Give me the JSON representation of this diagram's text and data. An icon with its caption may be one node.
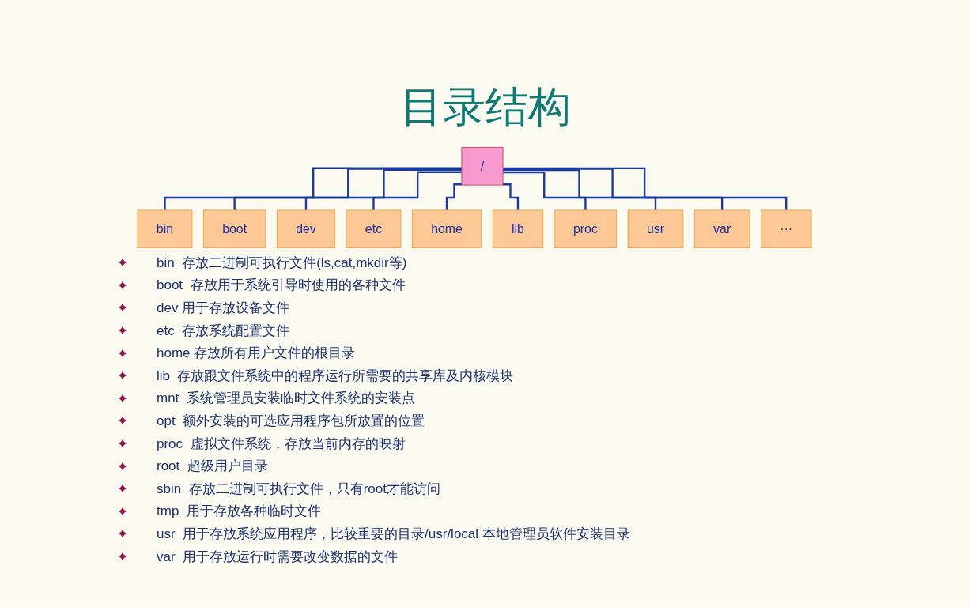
{
  "diagram": {
    "title": "目录结构",
    "nodes": [
      {
        "text": [
          "/"
        ]
      },
      {
        "text": [
          "bin"
        ]
      },
      {
        "text": [
          "boot"
        ]
      },
      {
        "text": [
          "dev"
        ]
      },
      {
        "text": [
          "etc"
        ]
      },
      {
        "text": [
          "home"
        ]
      },
      {
        "text": [
          "lib"
        ]
      },
      {
        "text": [
          "proc"
        ]
      },
      {
        "text": [
          "usr"
        ]
      },
      {
        "text": [
          "var"
        ]
      },
      {
        "text": [
          "···"
        ]
      }
    ],
    "edges": [
      {
        "from": 0,
        "to": 1,
        "arrow": "none"
      },
      {
        "from": 0,
        "to": 2,
        "arrow": "none"
      },
      {
        "from": 0,
        "to": 3,
        "arrow": "none"
      },
      {
        "from": 0,
        "to": 4,
        "arrow": "none"
      },
      {
        "from": 0,
        "to": 5,
        "arrow": "none"
      },
      {
        "from": 0,
        "to": 6,
        "arrow": "none"
      },
      {
        "from": 0,
        "to": 7,
        "arrow": "none"
      },
      {
        "from": 0,
        "to": 8,
        "arrow": "none"
      },
      {
        "from": 0,
        "to": 9,
        "arrow": "none"
      },
      {
        "from": 0,
        "to": 10,
        "arrow": "none"
      }
    ],
    "labels": [
      "bin  存放二进制可执行文件(ls,cat,mkdir等)",
      "boot  存放用于系统引导时使用的各种文件",
      "dev 用于存放设备文件",
      "etc  存放系统配置文件",
      "home 存放所有用户文件的根目录",
      "lib  存放跟文件系统中的程序运行所需要的共享库及内核模块",
      "mnt  系统管理员安装临时文件系统的安装点",
      "opt  额外安装的可选应用程序包所放置的位置",
      "proc  虚拟文件系统，存放当前内存的映射",
      "root  超级用户目录",
      "sbin  存放二进制可执行文件，只有root才能访问",
      "tmp  用于存放各种临时文件",
      "usr  用于存放系统应用程序，比较重要的目录/usr/local 本地管理员软件安装目录",
      "var  用于存放运行时需要改变数据的文件"
    ]
  }
}
